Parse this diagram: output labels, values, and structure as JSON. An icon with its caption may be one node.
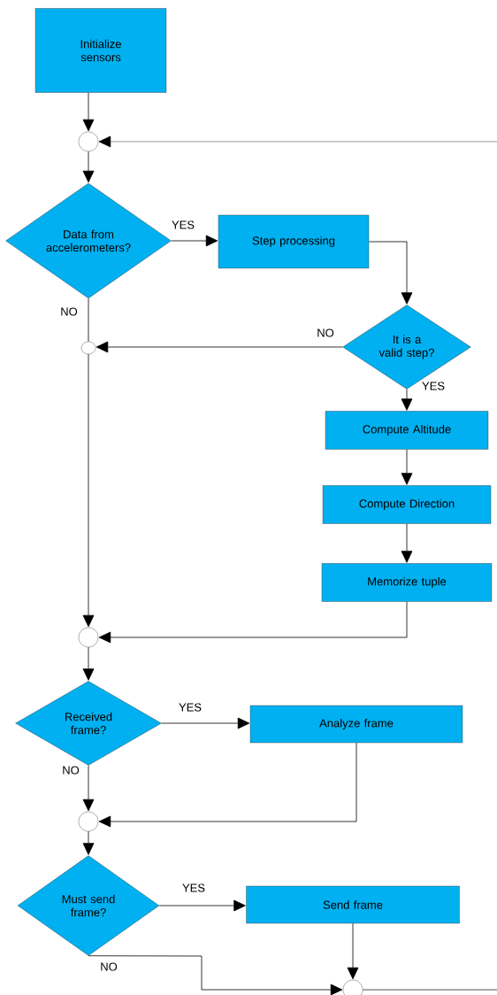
{
  "diagram": {
    "nodes": [
      {
        "text": [
          "Initialize sensors"
        ]
      },
      {
        "text": [],
        "shape": "circle"
      },
      {
        "text": [
          "Data from accelerometers?"
        ]
      },
      {
        "text": [
          "Step processing"
        ]
      },
      {
        "text": [
          "It is a valid step?"
        ]
      },
      {
        "text": [],
        "shape": "ellipse"
      },
      {
        "text": [
          "Compute Altitude"
        ]
      },
      {
        "text": [
          "Compute Direction"
        ]
      },
      {
        "text": [
          "Memorize tuple"
        ]
      },
      {
        "text": [],
        "shape": "circle"
      },
      {
        "text": [
          "Received frame?"
        ]
      },
      {
        "text": [
          "Analyze frame"
        ]
      },
      {
        "text": [],
        "shape": "circle"
      },
      {
        "text": [
          "Must send frame?"
        ]
      },
      {
        "text": [
          "Send frame"
        ]
      },
      {
        "text": [],
        "shape": "circle"
      }
    ],
    "edges": [
      {
        "from": 0,
        "to": 1,
        "arrow": "to"
      },
      {
        "from": null,
        "to": 1,
        "arrow": "to"
      },
      {
        "from": 1,
        "to": 2,
        "arrow": "to"
      },
      {
        "from": 2,
        "to": 3,
        "arrow": "to",
        "label": "YES"
      },
      {
        "from": 3,
        "to": 4,
        "arrow": "to"
      },
      {
        "from": 4,
        "to": 5,
        "arrow": "to",
        "label": "NO"
      },
      {
        "from": 2,
        "to": 5,
        "arrow": "none",
        "label": "NO"
      },
      {
        "from": 4,
        "to": 6,
        "arrow": "to",
        "label": "YES"
      },
      {
        "from": 6,
        "to": 7,
        "arrow": "to"
      },
      {
        "from": 7,
        "to": 8,
        "arrow": "to"
      },
      {
        "from": 5,
        "to": 9,
        "arrow": "to"
      },
      {
        "from": 8,
        "to": 9,
        "arrow": "to"
      },
      {
        "from": 9,
        "to": 10,
        "arrow": "to"
      },
      {
        "from": 10,
        "to": 11,
        "arrow": "to",
        "label": "YES"
      },
      {
        "from": 10,
        "to": 12,
        "arrow": "to",
        "label": "NO"
      },
      {
        "from": 11,
        "to": 12,
        "arrow": "to"
      },
      {
        "from": 12,
        "to": 13,
        "arrow": "to"
      },
      {
        "from": 13,
        "to": 14,
        "arrow": "to",
        "label": "YES"
      },
      {
        "from": 14,
        "to": 15,
        "arrow": "to"
      },
      {
        "from": 13,
        "to": 15,
        "arrow": "to",
        "label": "NO"
      },
      {
        "from": 15,
        "to": null,
        "arrow": "none"
      }
    ]
  }
}
